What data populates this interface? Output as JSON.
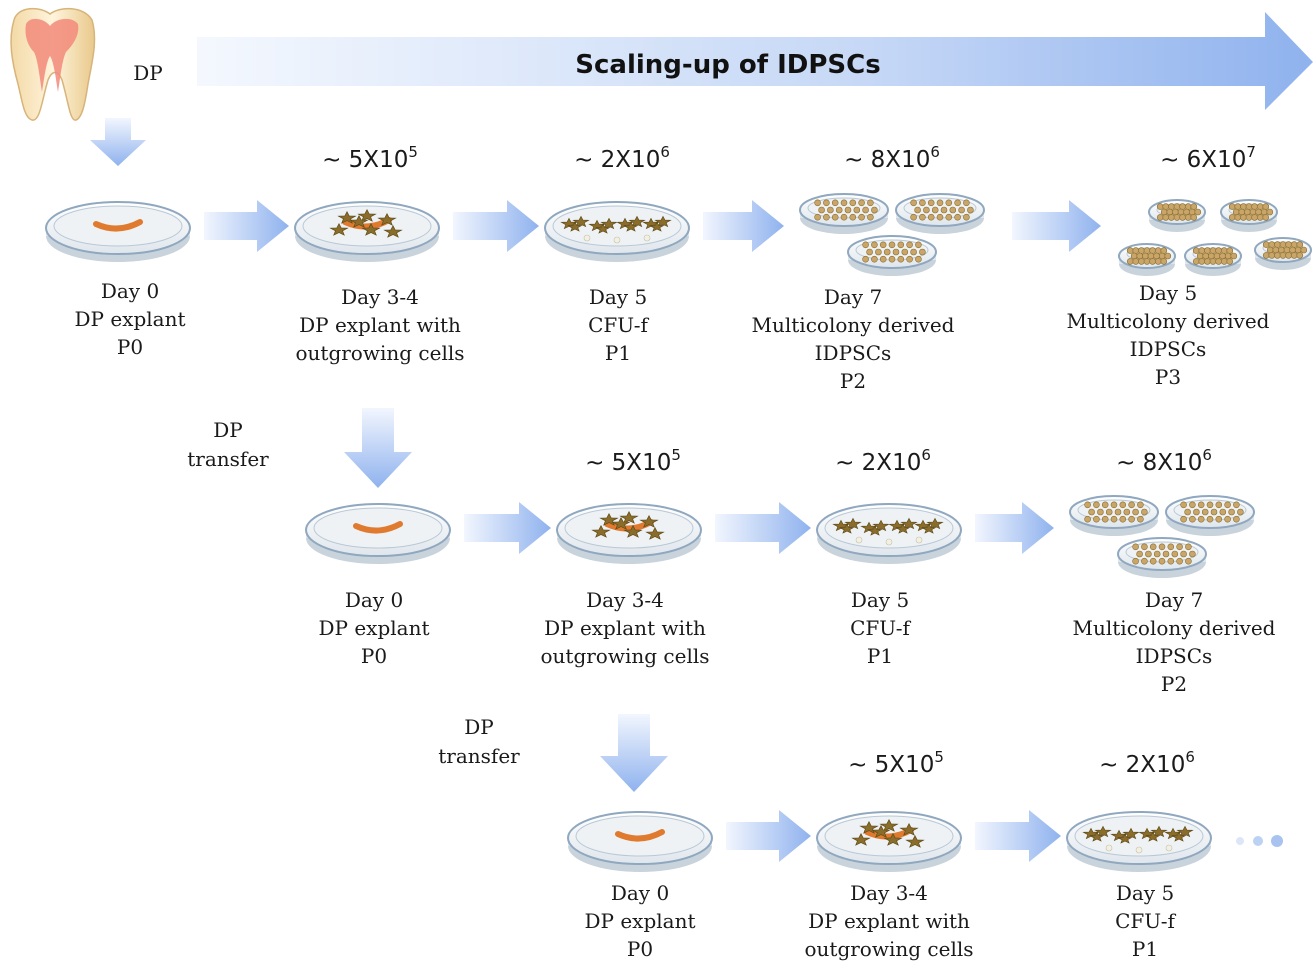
{
  "banner": {
    "title": "Scaling-up of IDPSCs"
  },
  "source_label": "DP",
  "transfer_label": {
    "line1": "DP",
    "line2": "transfer"
  },
  "rows": [
    {
      "stages": [
        {
          "kind": "explant",
          "count": "",
          "lines": [
            "Day 0",
            "DP explant",
            "P0"
          ]
        },
        {
          "kind": "outgrowth",
          "count": "~ 5X10",
          "exp": "5",
          "lines": [
            "Day 3-4",
            "DP explant with",
            "outgrowing cells"
          ]
        },
        {
          "kind": "cfu",
          "count": "~ 2X10",
          "exp": "6",
          "lines": [
            "Day 5",
            "CFU-f",
            "P1"
          ]
        },
        {
          "kind": "multi3",
          "count": "~ 8X10",
          "exp": "6",
          "lines": [
            "Day 7",
            "Multicolony derived",
            "IDPSCs",
            "P2"
          ]
        },
        {
          "kind": "multi5",
          "count": "~ 6X10",
          "exp": "7",
          "lines": [
            "Day 5",
            "Multicolony derived",
            "IDPSCs",
            "P3"
          ]
        }
      ]
    },
    {
      "stages": [
        {
          "kind": "explant",
          "count": "",
          "lines": [
            "Day 0",
            "DP explant",
            "P0"
          ]
        },
        {
          "kind": "outgrowth",
          "count": "~ 5X10",
          "exp": "5",
          "lines": [
            "Day 3-4",
            "DP explant with",
            "outgrowing cells"
          ]
        },
        {
          "kind": "cfu",
          "count": "~ 2X10",
          "exp": "6",
          "lines": [
            "Day 5",
            "CFU-f",
            "P1"
          ]
        },
        {
          "kind": "multi3",
          "count": "~ 8X10",
          "exp": "6",
          "lines": [
            "Day 7",
            "Multicolony derived",
            "IDPSCs",
            "P2"
          ]
        }
      ]
    },
    {
      "stages": [
        {
          "kind": "explant",
          "count": "",
          "lines": [
            "Day 0",
            "DP explant",
            "P0"
          ]
        },
        {
          "kind": "outgrowth",
          "count": "~ 5X10",
          "exp": "5",
          "lines": [
            "Day 3-4",
            "DP explant with",
            "outgrowing cells"
          ]
        },
        {
          "kind": "cfu",
          "count": "~ 2X10",
          "exp": "6",
          "lines": [
            "Day 5",
            "CFU-f",
            "P1"
          ]
        }
      ]
    }
  ],
  "colors": {
    "arrow_light": "#eef3fd",
    "arrow_dark": "#8fb2ee",
    "dish_rim": "#8fa7bf",
    "dish_fill": "#eef2f5",
    "tissue": "#e07a2e",
    "cell": "#8a6d2a",
    "colony": "#c9a56a",
    "continuation_dots": "#a8c3f0"
  }
}
